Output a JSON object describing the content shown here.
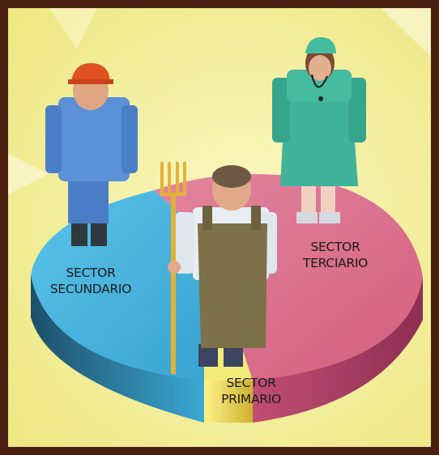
{
  "labels": {
    "secundario": [
      "SECTOR",
      "SECUNDARIO"
    ],
    "terciario": [
      "SECTOR",
      "TERCIARIO"
    ],
    "primario": [
      "SECTOR",
      "PRIMARIO"
    ]
  },
  "colors": {
    "background": "#f6f2a6",
    "frame": "#4a1f10",
    "secundario_top": "#44b3de",
    "secundario_side": "#2a6f8f",
    "terciario_top": "#dc7290",
    "terciario_side": "#a03a5e",
    "primario_top": "#f2ea6a",
    "primario_side": "#d8c43a"
  }
}
